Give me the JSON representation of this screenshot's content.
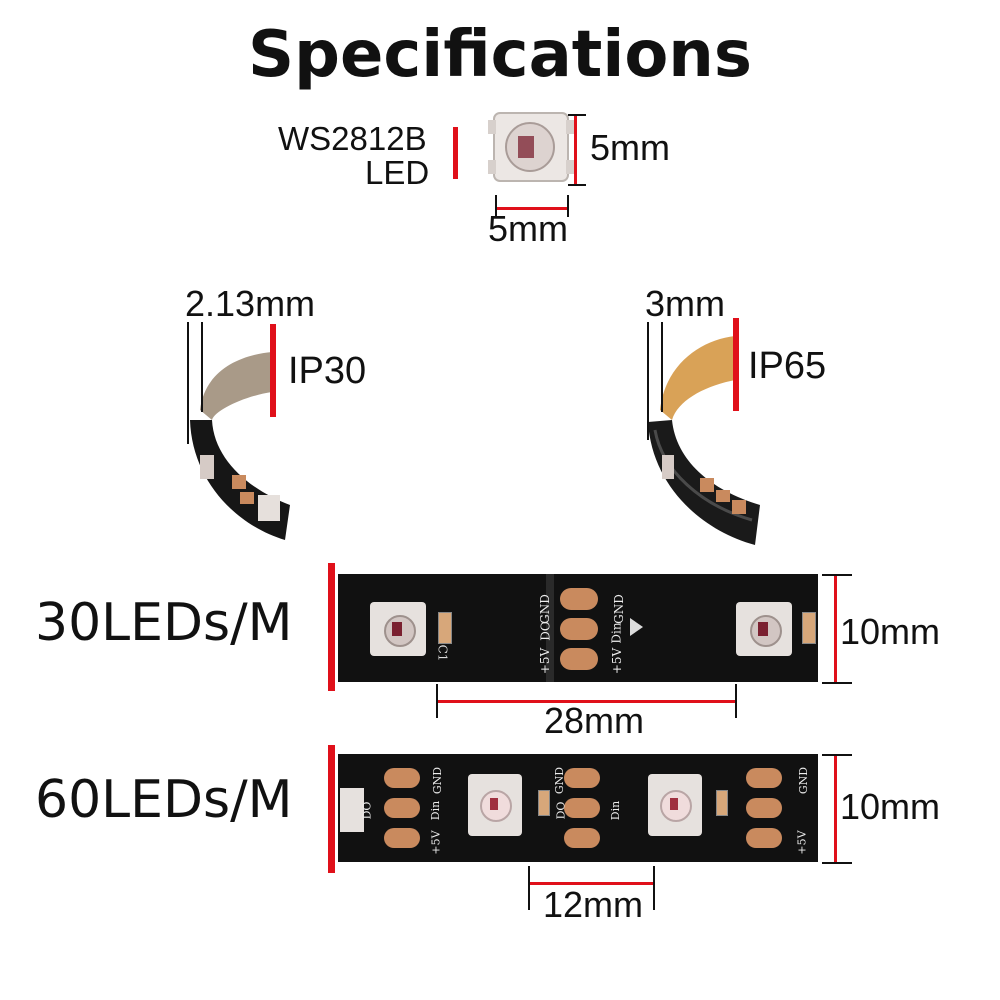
{
  "header": {
    "title": "Specifications"
  },
  "led": {
    "name_line1": "WS2812B",
    "name_line2": "LED",
    "height": "5mm",
    "width": "5mm"
  },
  "ip30": {
    "thickness": "2.13mm",
    "rating": "IP30"
  },
  "ip65": {
    "thickness": "3mm",
    "rating": "IP65"
  },
  "strip30": {
    "label": "30LEDs/M",
    "width": "10mm",
    "pitch": "28mm",
    "pads": {
      "gnd": "GND",
      "do": "DO",
      "v5": "+5V",
      "din": "Din",
      "cap": "C1"
    }
  },
  "strip60": {
    "label": "60LEDs/M",
    "width": "10mm",
    "pitch": "12mm",
    "pads": {
      "gnd": "GND",
      "do": "DO",
      "v5": "+5V",
      "din": "Din"
    }
  },
  "colors": {
    "accent_red": "#e0101a",
    "strip_black": "#111111",
    "pad_copper": "#c98a5e",
    "adhesive": "#d9a257"
  }
}
